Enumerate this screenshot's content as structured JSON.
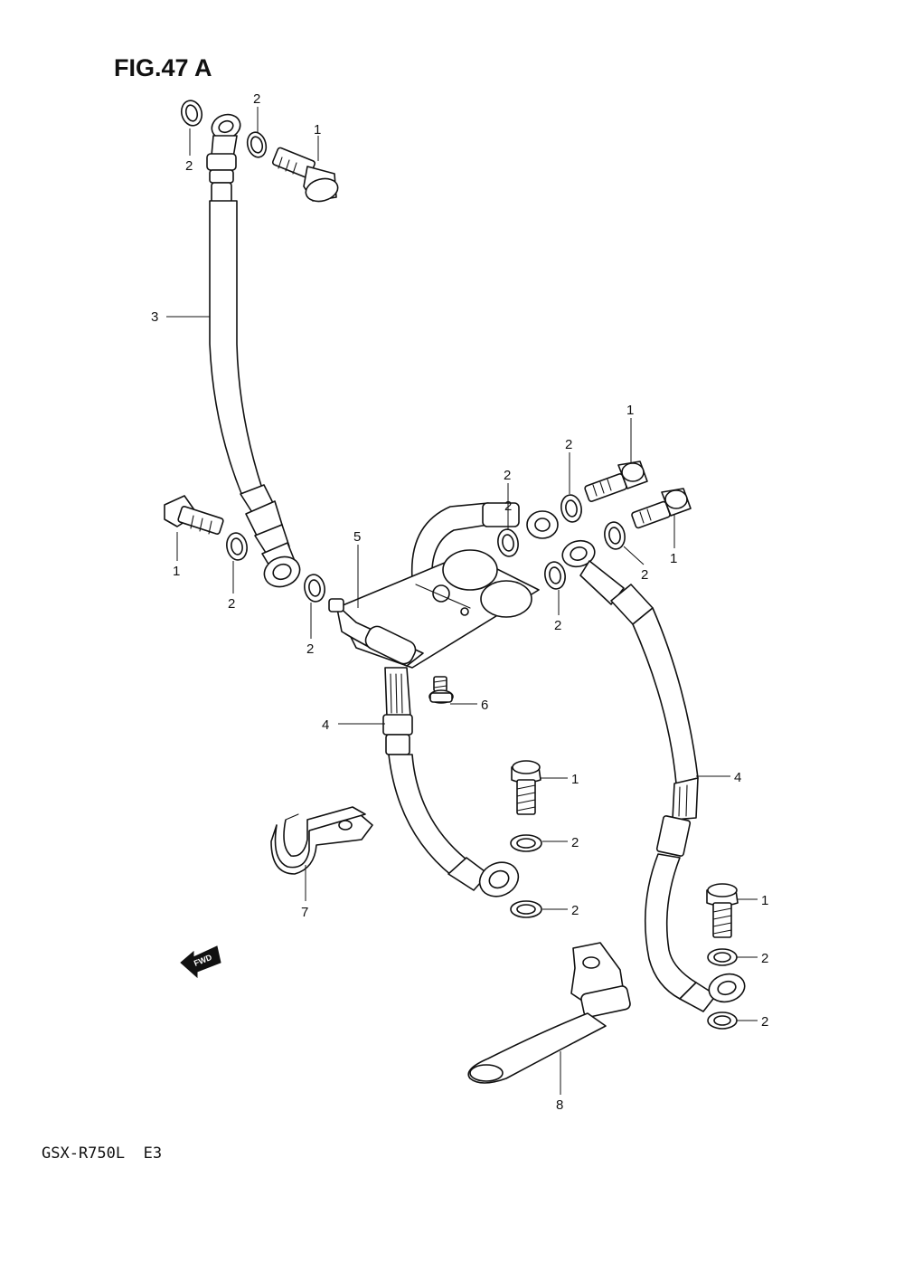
{
  "header": {
    "figure_label": "FIG.47 A"
  },
  "footer": {
    "model_code": "GSX-R750L  E3"
  },
  "fwd_badge": {
    "text": "FWD"
  },
  "callouts": {
    "c1": "2",
    "c2": "2",
    "c3": "1",
    "c4": "3",
    "c5": "1",
    "c6": "2",
    "c7": "2",
    "c8": "5",
    "c9": "2",
    "c10": "2",
    "c11": "1",
    "c12": "1",
    "c13": "2",
    "c14": "2",
    "c15": "2",
    "c16": "6",
    "c17": "4",
    "c18": "4",
    "c19": "1",
    "c20": "2",
    "c21": "2",
    "c22": "7",
    "c23": "1",
    "c24": "2",
    "c25": "2",
    "c26": "8"
  }
}
